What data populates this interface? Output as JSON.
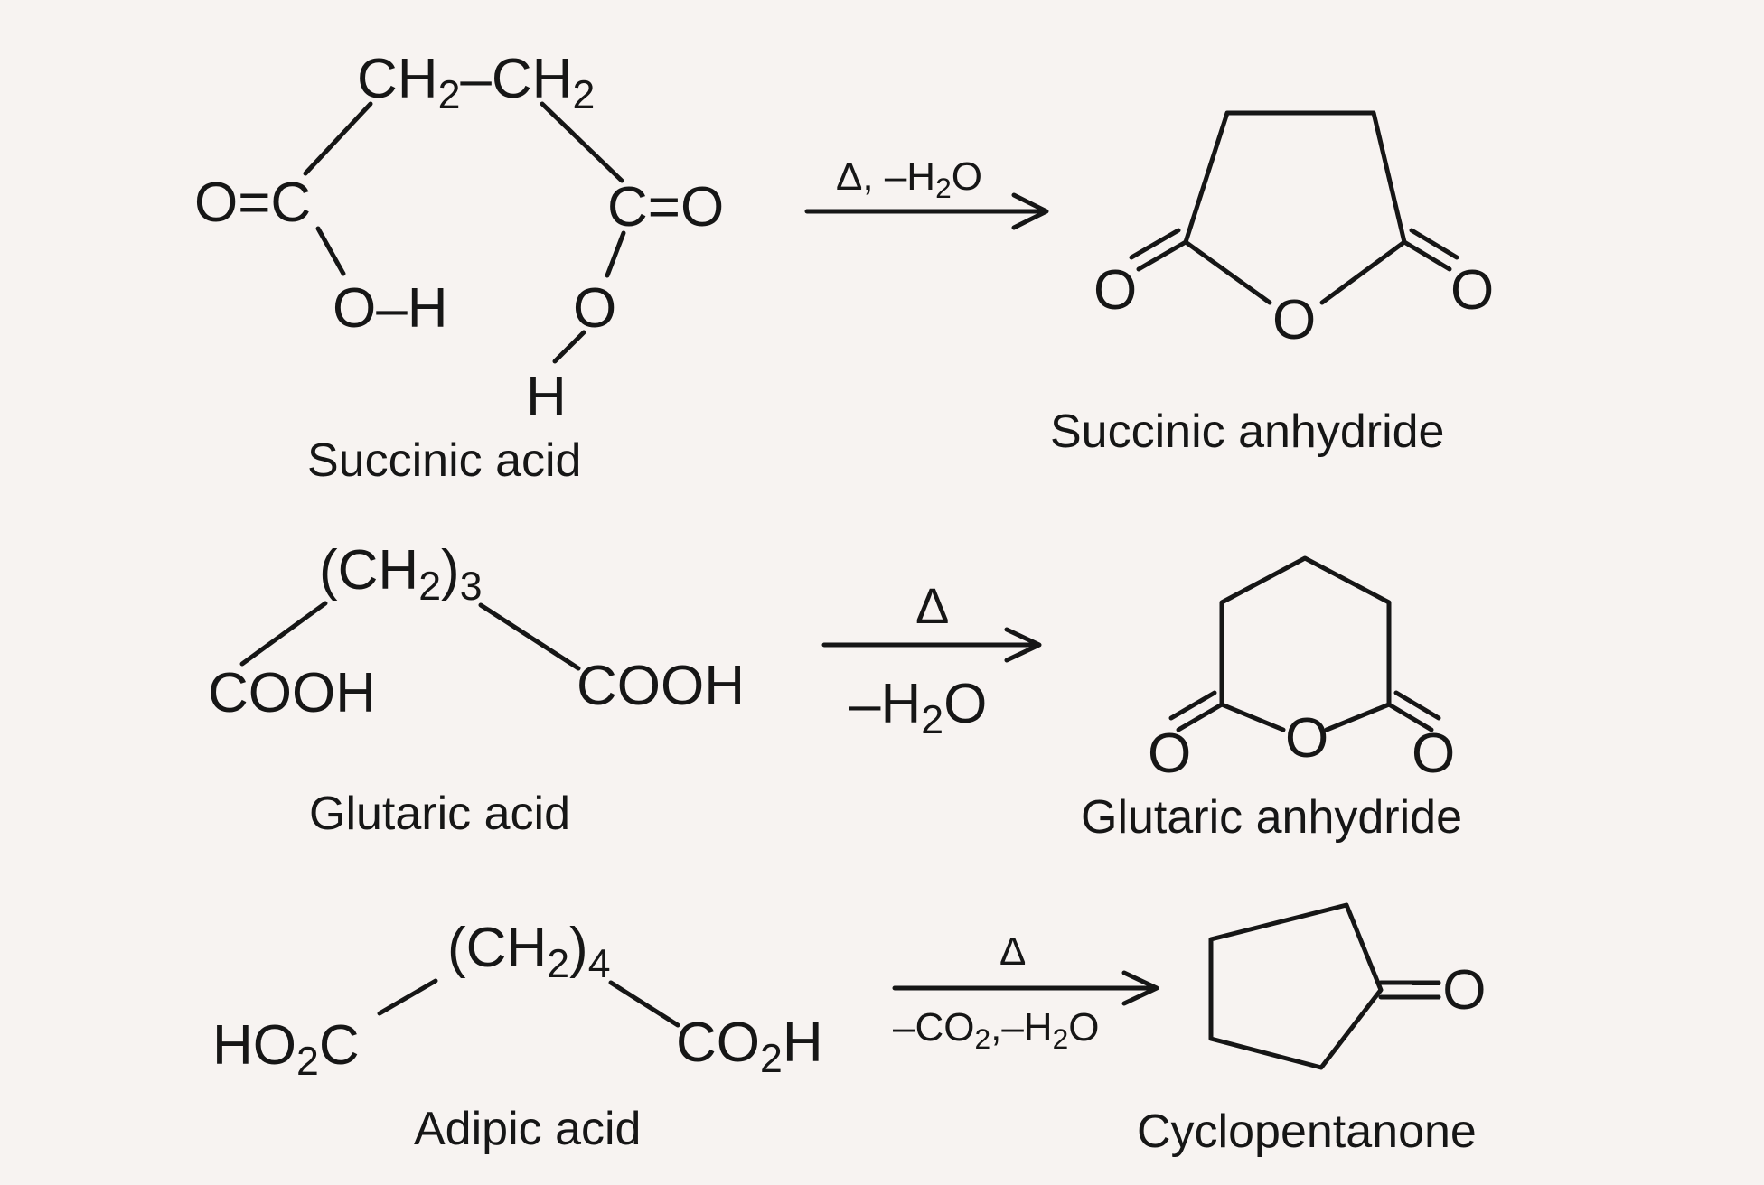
{
  "reactions": [
    {
      "reactant": {
        "name": "Succinic acid",
        "top_left": "CH",
        "top_left_sub": "2",
        "top_dash": "–",
        "top_right": "CH",
        "top_right_sub": "2",
        "left_carbonyl": "O=C",
        "right_carbonyl": "C=O",
        "left_oh": "O–H",
        "right_o": "O",
        "right_h": "H"
      },
      "arrow": {
        "above": "Δ, –H",
        "above_sub": "2",
        "above_end": "O"
      },
      "product": {
        "name": "Succinic anhydride",
        "ring_o": "O",
        "left_o": "O",
        "right_o": "O"
      }
    },
    {
      "reactant": {
        "name": "Glutaric acid",
        "chain_open": "(CH",
        "chain_sub": "2",
        "chain_close": ")",
        "chain_n": "3",
        "left_group": "COOH",
        "right_group": "COOH"
      },
      "arrow": {
        "above": "Δ",
        "below": "–H",
        "below_sub": "2",
        "below_end": "O"
      },
      "product": {
        "name": "Glutaric anhydride",
        "ring_o": "O",
        "left_o": "O",
        "right_o": "O"
      }
    },
    {
      "reactant": {
        "name": "Adipic acid",
        "chain_open": "(CH",
        "chain_sub": "2",
        "chain_close": ")",
        "chain_n": "4",
        "left_group": "HO",
        "left_sub": "2",
        "left_end": "C",
        "right_group": "CO",
        "right_sub": "2",
        "right_end": "H"
      },
      "arrow": {
        "above": "Δ",
        "below": "–CO",
        "below_sub1": "2",
        "below_mid": ",–H",
        "below_sub2": "2",
        "below_end": "O"
      },
      "product": {
        "name": "Cyclopentanone",
        "carbonyl": "=O"
      }
    }
  ]
}
